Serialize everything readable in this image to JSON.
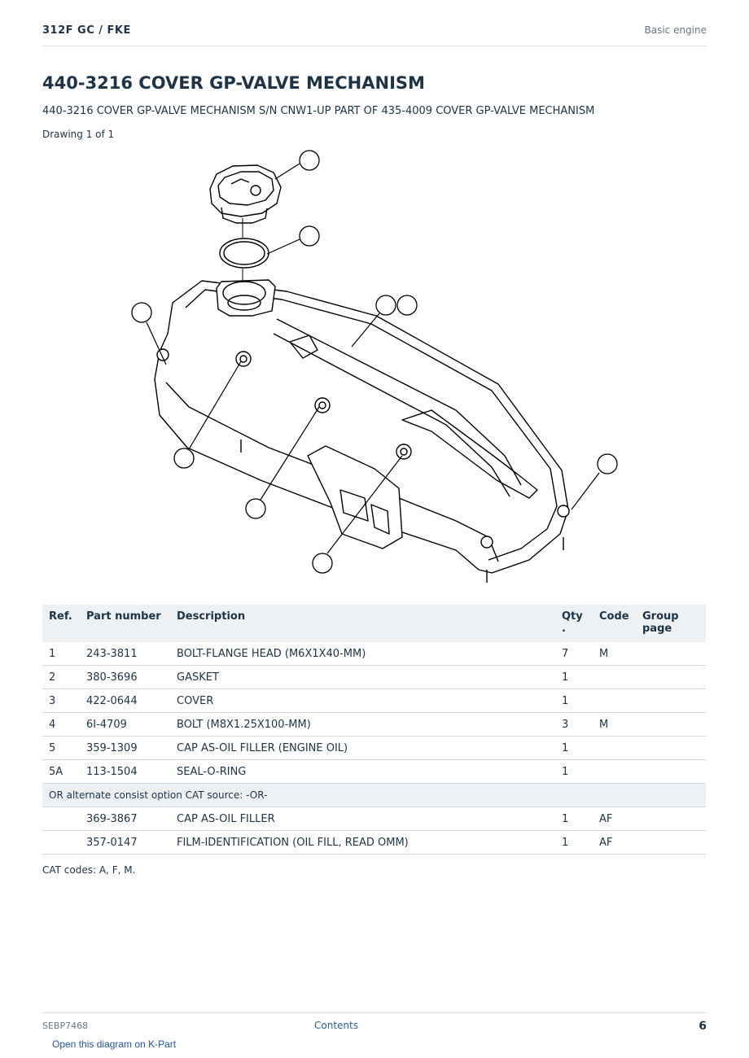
{
  "header": {
    "model": "312F GC  /  FKE",
    "section": "Basic engine"
  },
  "title": "440-3216 COVER GP-VALVE MECHANISM",
  "subtitle": "440-3216 COVER GP-VALVE MECHANISM S/N CNW1-UP PART OF 435-4009 COVER GP-VALVE MECHANISM",
  "drawing_label": "Drawing 1 of 1",
  "table": {
    "headers": {
      "ref": "Ref.",
      "part_number": "Part number",
      "description": "Description",
      "qty": "Qty\n.",
      "code": "Code",
      "group_page": "Group page"
    },
    "rows": [
      {
        "ref": "1",
        "part_number": "243-3811",
        "description": "BOLT-FLANGE HEAD (M6X1X40-MM)",
        "qty": "7",
        "code": "M",
        "group_page": ""
      },
      {
        "ref": "2",
        "part_number": "380-3696",
        "description": "GASKET",
        "qty": "1",
        "code": "",
        "group_page": ""
      },
      {
        "ref": "3",
        "part_number": "422-0644",
        "description": "COVER",
        "qty": "1",
        "code": "",
        "group_page": ""
      },
      {
        "ref": "4",
        "part_number": "6I-4709",
        "description": "BOLT (M8X1.25X100-MM)",
        "qty": "3",
        "code": "M",
        "group_page": ""
      },
      {
        "ref": "5",
        "part_number": "359-1309",
        "description": "CAP AS-OIL FILLER (ENGINE OIL)",
        "qty": "1",
        "code": "",
        "group_page": ""
      },
      {
        "ref": "5A",
        "part_number": "113-1504",
        "description": "SEAL-O-RING",
        "qty": "1",
        "code": "",
        "group_page": ""
      }
    ],
    "alternate_note": "OR alternate consist option CAT source: -OR-",
    "alternate_rows": [
      {
        "ref": "",
        "part_number": "369-3867",
        "description": "CAP AS-OIL FILLER",
        "qty": "1",
        "code": "AF",
        "group_page": ""
      },
      {
        "ref": "",
        "part_number": "357-0147",
        "description": "FILM-IDENTIFICATION (OIL FILL, READ OMM)",
        "qty": "1",
        "code": "AF",
        "group_page": ""
      }
    ]
  },
  "cat_codes": "CAT codes: A, F, M.",
  "footer": {
    "doc_id": "SEBP7468",
    "contents": "Contents",
    "page": "6"
  },
  "kpart_link": "Open this diagram on K-Part"
}
